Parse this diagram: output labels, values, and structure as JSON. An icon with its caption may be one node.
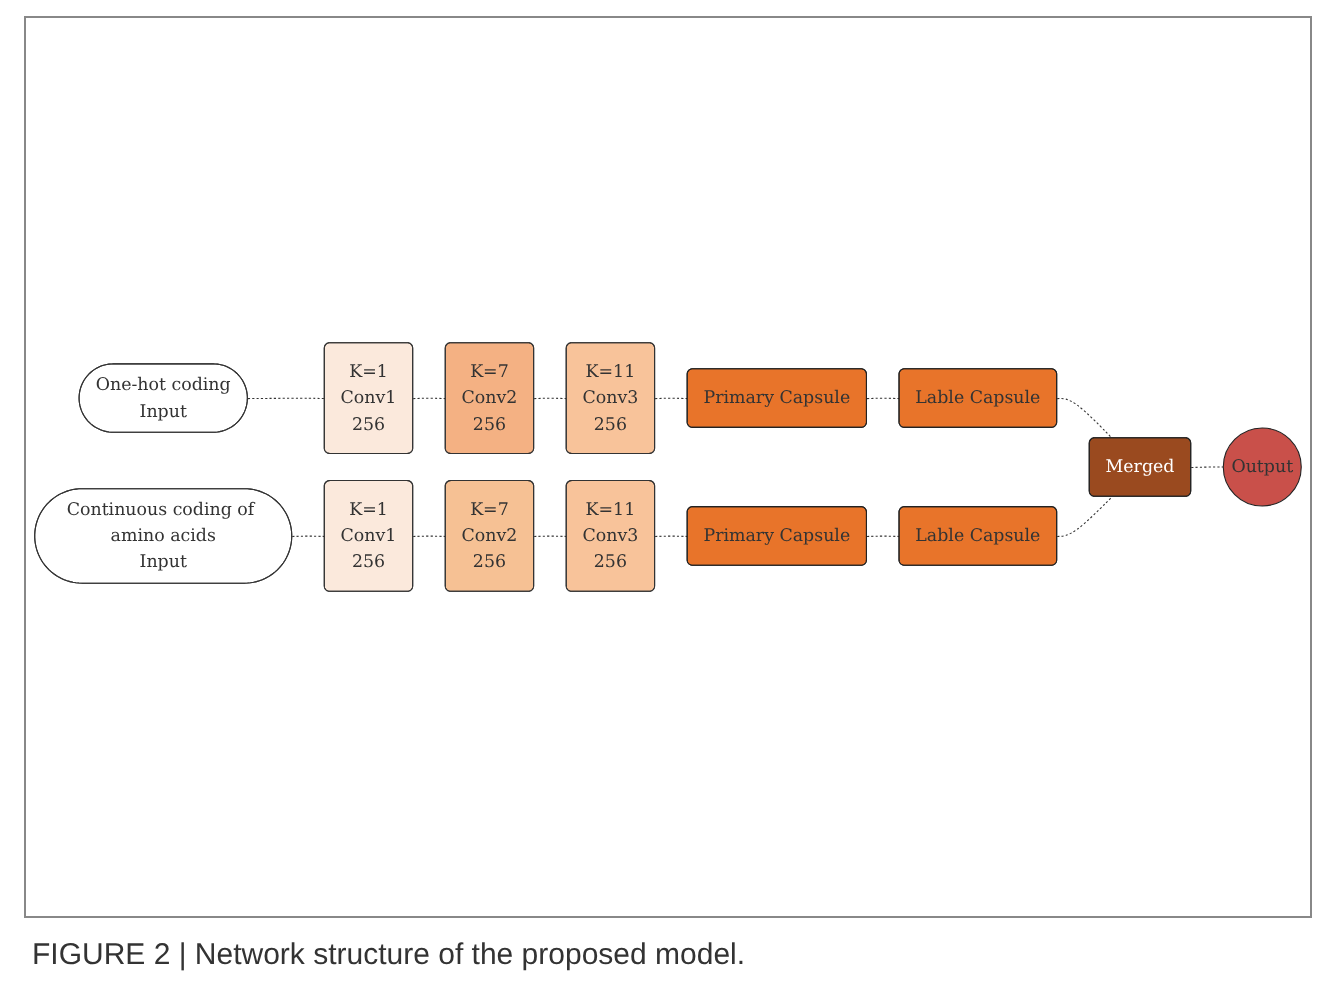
{
  "diagram": {
    "caption": "FIGURE 2 | Network structure of the proposed model.",
    "nodes": [
      {
        "text": [
          "One-hot coding",
          "Input"
        ]
      },
      {
        "text": [
          "K=1",
          "Conv1",
          "256"
        ]
      },
      {
        "text": [
          "K=7",
          "Conv2",
          "256"
        ]
      },
      {
        "text": [
          "K=11",
          "Conv3",
          "256"
        ]
      },
      {
        "text": [
          "Primary Capsule"
        ]
      },
      {
        "text": [
          "Lable Capsule"
        ]
      },
      {
        "text": [
          "Continuous coding of amino acids",
          "Input"
        ]
      },
      {
        "text": [
          "K=1",
          "Conv1",
          "256"
        ]
      },
      {
        "text": [
          "K=7",
          "Conv2",
          "256"
        ]
      },
      {
        "text": [
          "K=11",
          "Conv3",
          "256"
        ]
      },
      {
        "text": [
          "Primary Capsule"
        ]
      },
      {
        "text": [
          "Lable Capsule"
        ]
      },
      {
        "text": [
          "Merged"
        ]
      },
      {
        "text": [
          "Output"
        ]
      }
    ],
    "edges": [
      {
        "from": 0,
        "to": 1,
        "arrow": "none",
        "style": "dashed"
      },
      {
        "from": 1,
        "to": 2,
        "arrow": "none",
        "style": "dashed"
      },
      {
        "from": 2,
        "to": 3,
        "arrow": "none",
        "style": "dashed"
      },
      {
        "from": 3,
        "to": 4,
        "arrow": "none",
        "style": "dashed"
      },
      {
        "from": 4,
        "to": 5,
        "arrow": "none",
        "style": "dashed"
      },
      {
        "from": 5,
        "to": 12,
        "arrow": "none",
        "style": "dashed"
      },
      {
        "from": 6,
        "to": 7,
        "arrow": "none",
        "style": "dashed"
      },
      {
        "from": 7,
        "to": 8,
        "arrow": "none",
        "style": "dashed"
      },
      {
        "from": 8,
        "to": 9,
        "arrow": "none",
        "style": "dashed"
      },
      {
        "from": 9,
        "to": 10,
        "arrow": "none",
        "style": "dashed"
      },
      {
        "from": 10,
        "to": 11,
        "arrow": "none",
        "style": "dashed"
      },
      {
        "from": 11,
        "to": 12,
        "arrow": "none",
        "style": "dashed"
      },
      {
        "from": 12,
        "to": 13,
        "arrow": "none",
        "style": "dashed"
      }
    ]
  }
}
